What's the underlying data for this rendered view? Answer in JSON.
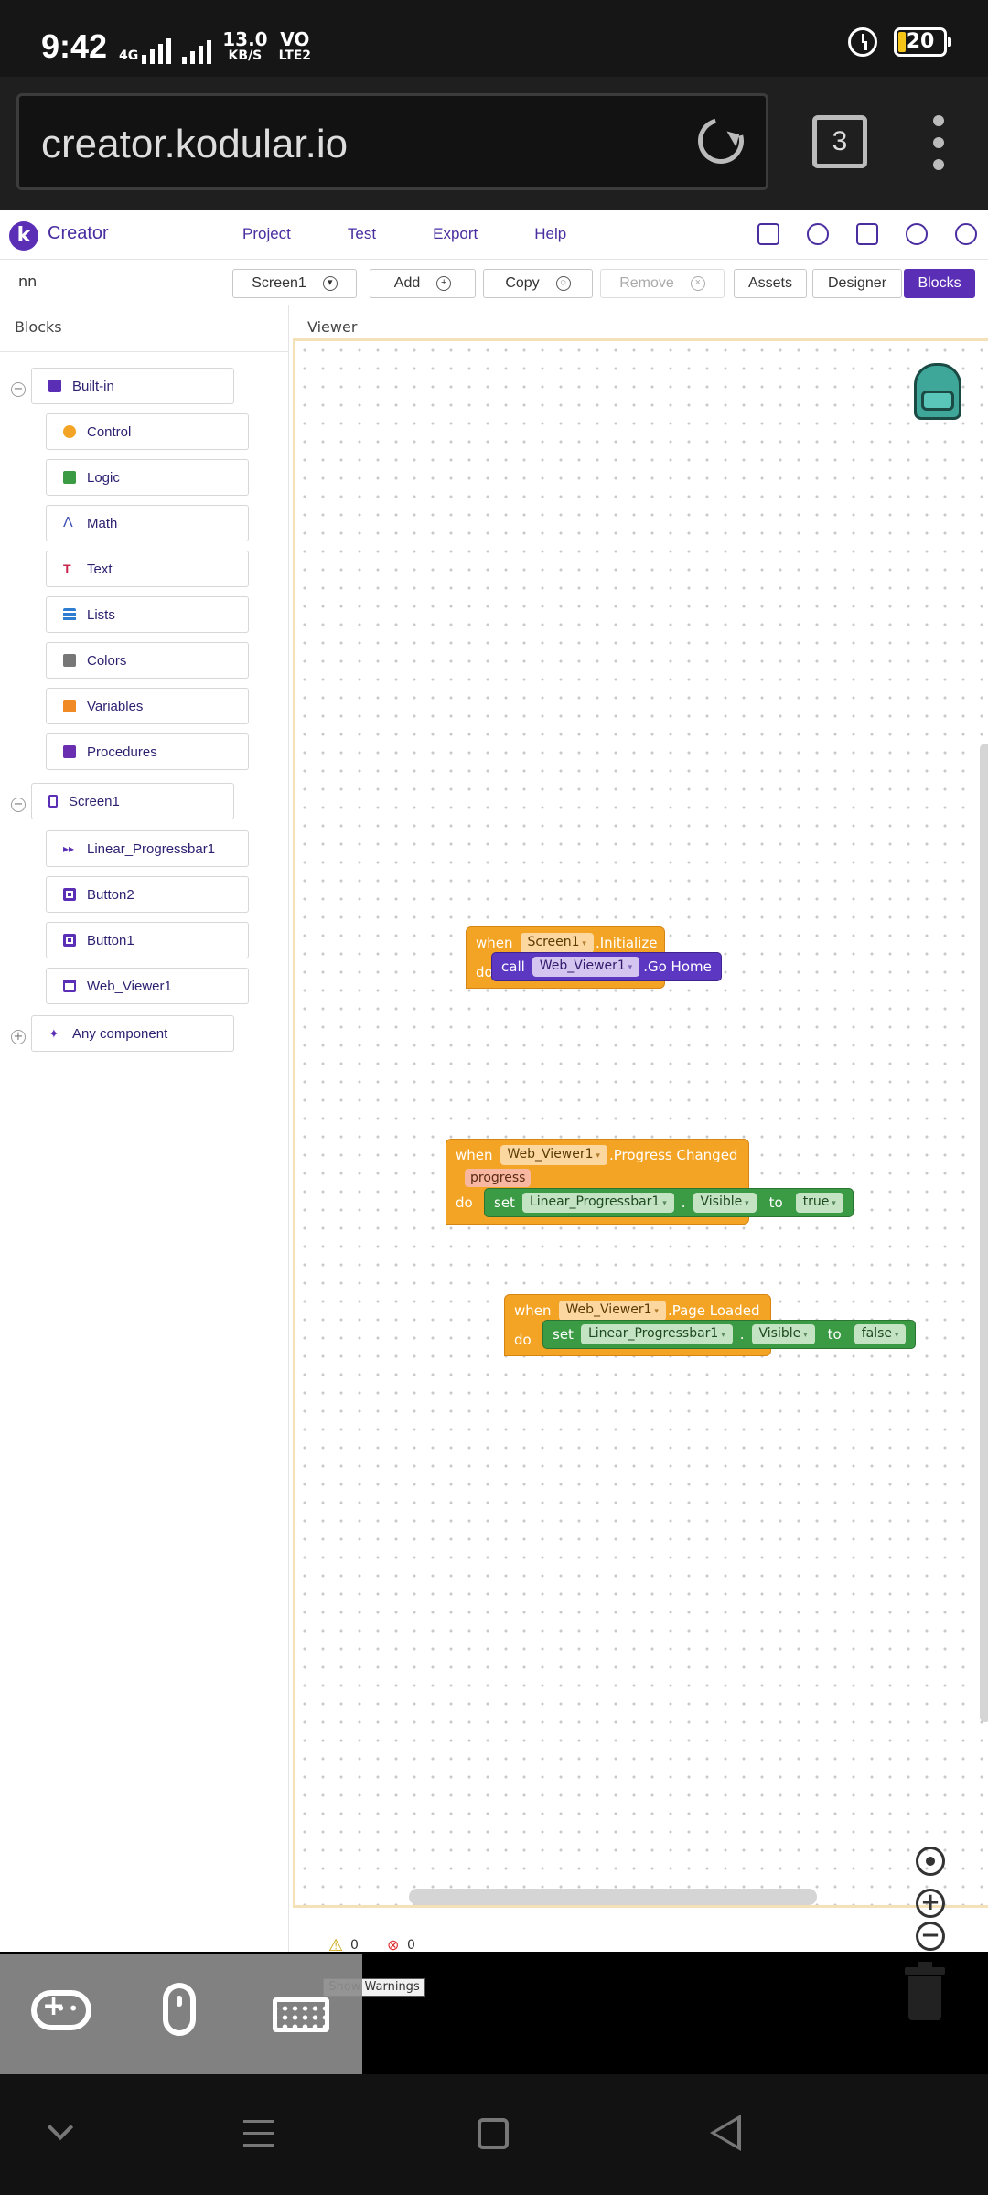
{
  "status_bar": {
    "time": "9:42",
    "net_speed": "13.0",
    "net_unit": "KB/S",
    "net_type": "4G",
    "volte_top": "VO",
    "volte_bottom": "LTE2",
    "battery": "20"
  },
  "browser": {
    "url": "creator.kodular.io",
    "tab_count": "3"
  },
  "app": {
    "logo_letter": "k",
    "brand": "Creator",
    "menu": [
      "Project",
      "Test",
      "Export",
      "Help"
    ],
    "accent": "#5b2fb5"
  },
  "toolbar": {
    "project_name": "nn",
    "screen_label": "Screen1",
    "add_label": "Add",
    "copy_label": "Copy",
    "remove_label": "Remove",
    "assets_label": "Assets",
    "designer_label": "Designer",
    "blocks_label": "Blocks"
  },
  "blocks_panel": {
    "title": "Blocks",
    "builtin": {
      "label": "Built-in",
      "children": [
        {
          "label": "Control",
          "color": "#f4a425"
        },
        {
          "label": "Logic",
          "color": "#3b9a44"
        },
        {
          "label": "Math",
          "color": "#3f51b5"
        },
        {
          "label": "Text",
          "color": "#c7254e"
        },
        {
          "label": "Lists",
          "color": "#2f7dd1"
        },
        {
          "label": "Colors",
          "color": "#777777"
        },
        {
          "label": "Variables",
          "color": "#f08a24"
        },
        {
          "label": "Procedures",
          "color": "#6a2fb0"
        }
      ]
    },
    "screen": {
      "label": "Screen1",
      "children": [
        {
          "label": "Linear_Progressbar1"
        },
        {
          "label": "Button2"
        },
        {
          "label": "Button1"
        },
        {
          "label": "Web_Viewer1"
        }
      ]
    },
    "any_component": "Any component"
  },
  "viewer": {
    "title": "Viewer",
    "warnings_count": "0",
    "errors_count": "0",
    "show_warnings": "Show Warnings"
  },
  "blocks": {
    "b1": {
      "when": "when",
      "component": "Screen1",
      "event": ".Initialize",
      "do": "do",
      "call": "call",
      "target": "Web_Viewer1",
      "method": ".Go Home"
    },
    "b2": {
      "when": "when",
      "component": "Web_Viewer1",
      "event": ".Progress Changed",
      "param": "progress",
      "do": "do",
      "set": "set",
      "target": "Linear_Progressbar1",
      "dot": ".",
      "prop": "Visible",
      "to": "to",
      "value": "true"
    },
    "b3": {
      "when": "when",
      "component": "Web_Viewer1",
      "event": ".Page Loaded",
      "do": "do",
      "set": "set",
      "target": "Linear_Progressbar1",
      "dot": ".",
      "prop": "Visible",
      "to": "to",
      "value": "false"
    }
  }
}
